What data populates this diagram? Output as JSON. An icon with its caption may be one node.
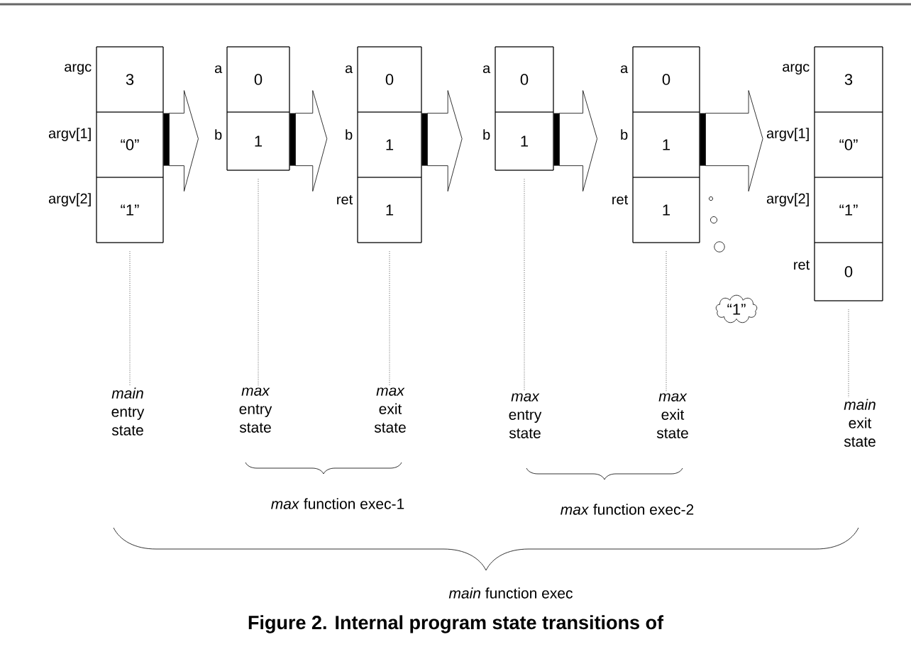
{
  "diagram": {
    "caption": "Figure 2. Internal program state transitions of",
    "nodes": [
      {
        "text": [],
        "shape": "box"
      },
      {
        "text": [
          "3"
        ],
        "in": 0,
        "beside": [
          "argc"
        ]
      },
      {
        "text": [
          "“0”"
        ],
        "in": 0,
        "beside": [
          "argv[1]"
        ]
      },
      {
        "text": [
          "“1”"
        ],
        "in": 0,
        "beside": [
          "argv[2]"
        ]
      },
      {
        "text": [],
        "shape": "box"
      },
      {
        "text": [
          "0"
        ],
        "in": 4,
        "beside": [
          "a"
        ]
      },
      {
        "text": [
          "1"
        ],
        "in": 4,
        "beside": [
          "b"
        ]
      },
      {
        "text": [],
        "shape": "box"
      },
      {
        "text": [
          "0"
        ],
        "in": 7,
        "beside": [
          "a"
        ]
      },
      {
        "text": [
          "1"
        ],
        "in": 7,
        "beside": [
          "b"
        ]
      },
      {
        "text": [
          "1"
        ],
        "in": 7,
        "beside": [
          "ret"
        ]
      },
      {
        "text": [],
        "shape": "box"
      },
      {
        "text": [
          "0"
        ],
        "in": 11,
        "beside": [
          "a"
        ]
      },
      {
        "text": [
          "1"
        ],
        "in": 11,
        "beside": [
          "b"
        ]
      },
      {
        "text": [],
        "shape": "box"
      },
      {
        "text": [
          "0"
        ],
        "in": 14,
        "beside": [
          "a"
        ]
      },
      {
        "text": [
          "1"
        ],
        "in": 14,
        "beside": [
          "b"
        ]
      },
      {
        "text": [
          "1"
        ],
        "in": 14,
        "beside": [
          "ret"
        ]
      },
      {
        "text": [
          "“1”"
        ]
      },
      {
        "text": [],
        "shape": "box"
      },
      {
        "text": [
          "3"
        ],
        "in": 19,
        "beside": [
          "argc"
        ]
      },
      {
        "text": [
          "“0”"
        ],
        "in": 19,
        "beside": [
          "argv[1]"
        ]
      },
      {
        "text": [
          "“1”"
        ],
        "in": 19,
        "beside": [
          "argv[2]"
        ]
      },
      {
        "text": [
          "0"
        ],
        "in": 19,
        "beside": [
          "ret"
        ]
      },
      {
        "text": [
          "*main* entry state"
        ]
      },
      {
        "text": [
          "*max* entry state"
        ]
      },
      {
        "text": [
          "*max* exit state"
        ]
      },
      {
        "text": [
          "*max* entry state"
        ]
      },
      {
        "text": [
          "*max* exit state"
        ]
      },
      {
        "text": [
          "*main* exit state"
        ]
      }
    ],
    "edges": [
      {
        "from": 0,
        "to": 4,
        "arrow": "to"
      },
      {
        "from": 4,
        "to": 7,
        "arrow": "to"
      },
      {
        "from": 7,
        "to": 11,
        "arrow": "to"
      },
      {
        "from": 11,
        "to": 14,
        "arrow": "to"
      },
      {
        "from": 14,
        "to": 19,
        "arrow": "to"
      },
      {
        "from": 0,
        "to": 24,
        "arrow": "none",
        "style": "dashed"
      },
      {
        "from": 4,
        "to": 25,
        "arrow": "none",
        "style": "dashed"
      },
      {
        "from": 7,
        "to": 26,
        "arrow": "none",
        "style": "dashed"
      },
      {
        "from": 11,
        "to": 27,
        "arrow": "none",
        "style": "dashed"
      },
      {
        "from": 14,
        "to": 28,
        "arrow": "none",
        "style": "dashed"
      },
      {
        "from": 19,
        "to": 29,
        "arrow": "none",
        "style": "dashed"
      }
    ],
    "labels": [
      "*max* function exec-1",
      "*max* function exec-2",
      "*main* function exec"
    ]
  }
}
